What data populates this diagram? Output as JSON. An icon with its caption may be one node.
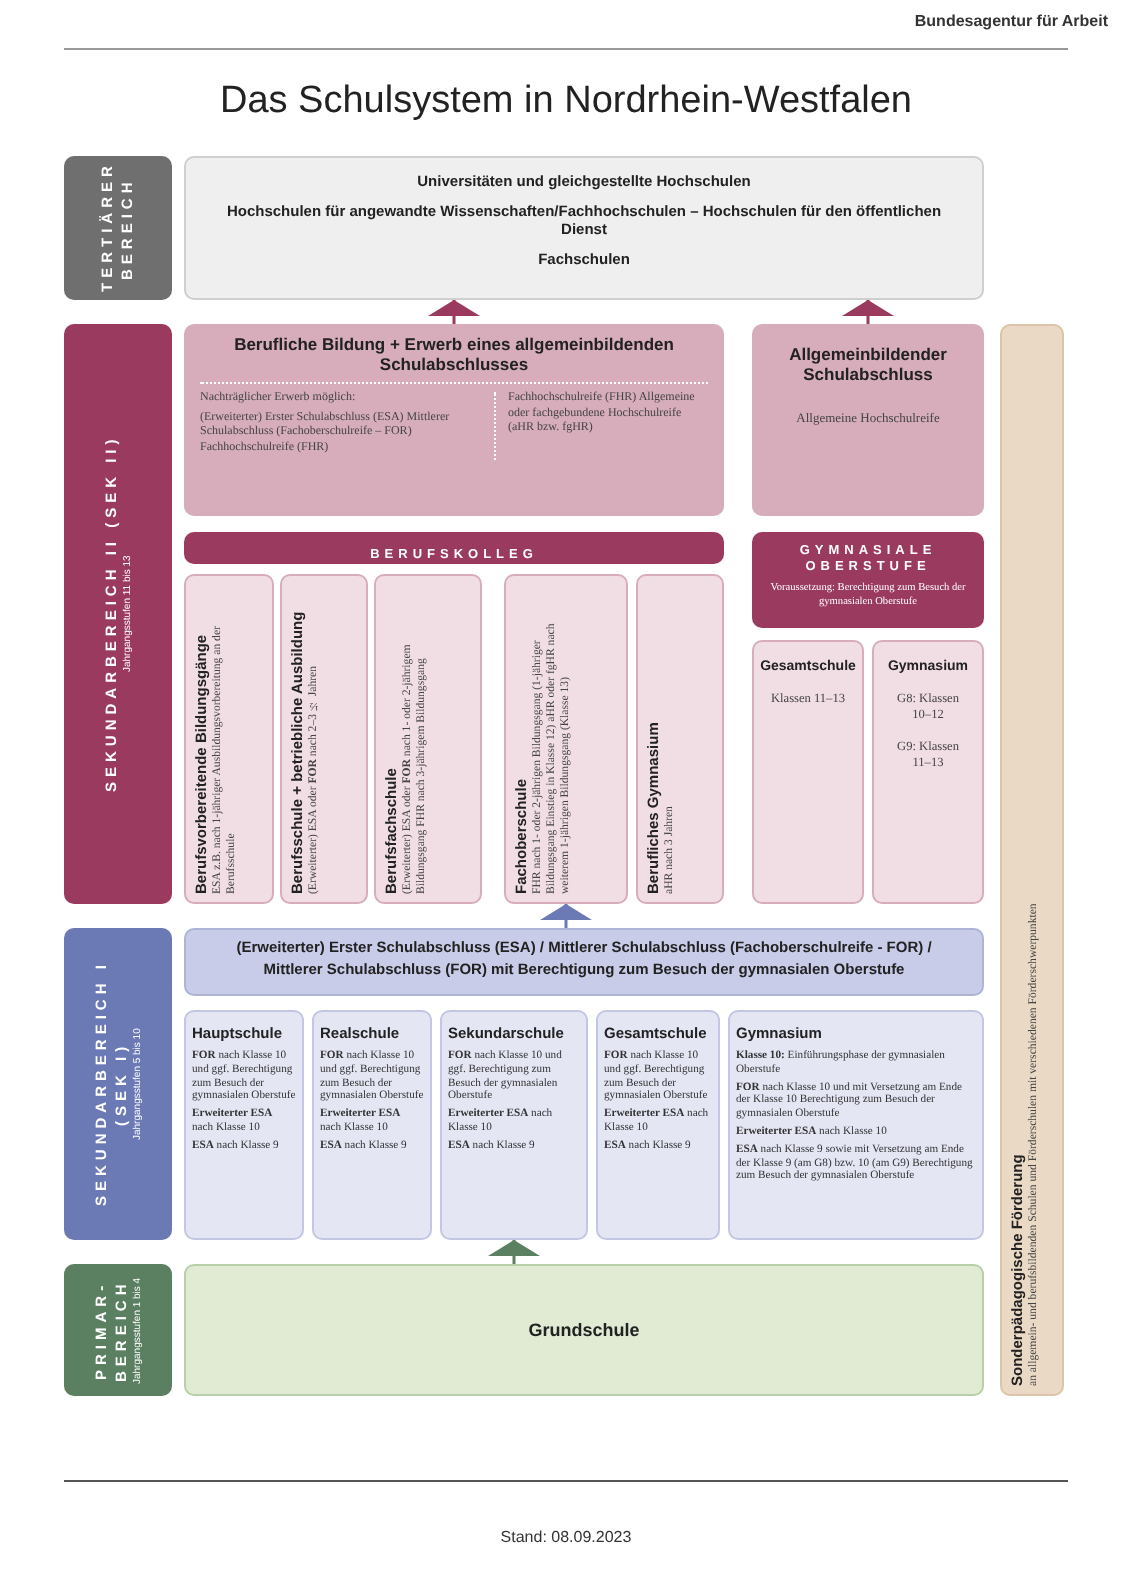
{
  "diagram": {
    "title": "Das Schulsystem in Nordrhein-Westfalen",
    "caption": "Stand: 08.09.2023",
    "labels": [
      "Bundesagentur für Arbeit"
    ],
    "nodes": [
      {
        "text": [
          "TERTIÄRER BEREICH"
        ]
      },
      {
        "text": [
          "Universitäten und gleichgestellte Hochschulen",
          "Hochschulen für angewandte Wissenschaften/Fachhochschulen – Hochschulen für den öffentlichen Dienst",
          "Fachschulen"
        ]
      },
      {
        "text": [
          "SEKUNDARBEREICH II (SEK II)",
          "Jahrgangsstufen 11 bis 13"
        ]
      },
      {
        "text": [
          "Berufliche Bildung + Erwerb eines allgemeinbildenden Schulabschlusses",
          "Nachträglicher Erwerb möglich:",
          "(Erweiterter) Erster Schulabschluss (ESA) Mittlerer Schulabschluss (Fachoberschulreife – FOR) Fachhochschulreife (FHR)",
          "Fachhochschulreife (FHR) Allgemeine oder fachgebundene Hochschulreife (aHR bzw. fgHR)"
        ]
      },
      {
        "text": [
          "Allgemeinbildender Schulabschluss",
          "Allgemeine Hochschulreife"
        ]
      },
      {
        "text": [
          "BERUFSKOLLEG"
        ]
      },
      {
        "text": [
          "Berufsvorbereitende Bildungsgänge",
          "ESA z.B. nach 1-jähriger Ausbildungsvorbereitung an der Berufsschule"
        ]
      },
      {
        "text": [
          "Berufsschule + betriebliche Ausbildung",
          "(Erweiterter) ESA oder **FOR** nach 2–3 ½ Jahren"
        ]
      },
      {
        "text": [
          "Berufsfachschule",
          "(Erweiterter) ESA oder **FOR** nach 1- oder 2-jährigem Bildungsgang FHR nach 3-jährigem Bildungsgang"
        ]
      },
      {
        "text": [
          "Fachoberschule",
          "FHR nach 1- oder 2-jährigen Bildungsgang (1-jähriger Bildungsgang Einstieg in Klasse 12) aHR oder fgHR nach weiterem 1-jährigen Bildungsgang (Klasse 13)"
        ]
      },
      {
        "text": [
          "Berufliches Gymnasium",
          "aHR nach 3 Jahren"
        ]
      },
      {
        "text": [
          "GYMNASIALE OBERSTUFE",
          "Voraussetzung: Berechtigung zum Besuch der gymnasialen Oberstufe"
        ]
      },
      {
        "text": [
          "Gesamtschule",
          "Klassen 11–13"
        ]
      },
      {
        "text": [
          "Gymnasium",
          "G8: Klassen 10–12",
          "G9: Klassen 11–13"
        ]
      },
      {
        "text": [
          "Sonderpädagogische Förderung",
          "an allgemein- und berufsbildenden Schulen und Förderschulen mit verschiedenen Förderschwerpunkten"
        ]
      },
      {
        "text": [
          "SEKUNDARBEREICH I (SEK I)",
          "Jahrgangsstufen 5 bis 10"
        ]
      },
      {
        "text": [
          "(Erweiterter) Erster Schulabschluss (ESA) / Mittlerer Schulabschluss (Fachoberschulreife - FOR) / Mittlerer Schulabschluss (FOR) mit Berechtigung zum Besuch der gymnasialen Oberstufe"
        ]
      },
      {
        "text": [
          "Hauptschule",
          "**FOR** nach Klasse 10 und ggf. Berechtigung zum Besuch der gymnasialen Oberstufe",
          "**Erweiterter ESA** nach Klasse 10",
          "**ESA** nach Klasse 9"
        ]
      },
      {
        "text": [
          "Realschule",
          "**FOR** nach Klasse 10 und ggf. Berechtigung zum Besuch der gymnasialen Oberstufe",
          "**Erweiterter ESA** nach Klasse 10",
          "**ESA** nach Klasse 9"
        ]
      },
      {
        "text": [
          "Sekundarschule",
          "**FOR** nach Klasse 10 und ggf. Berechtigung zum Besuch der gymnasialen Oberstufe",
          "**Erweiterter ESA** nach Klasse 10",
          "**ESA** nach Klasse 9"
        ]
      },
      {
        "text": [
          "Gesamtschule",
          "**FOR** nach Klasse 10 und ggf. Berechtigung zum Besuch der gymnasialen Oberstufe",
          "**Erweiterter ESA** nach Klasse 10",
          "**ESA** nach Klasse 9"
        ]
      },
      {
        "text": [
          "Gymnasium",
          "**Klasse 10:** Einführungsphase der gymnasialen Oberstufe",
          "**FOR** nach Klasse 10 und mit Versetzung am Ende der Klasse 10 Berechtigung zum Besuch der gymnasialen Oberstufe",
          "**Erweiterter ESA** nach Klasse 10",
          "**ESA** nach Klasse 9 sowie mit Versetzung am Ende der Klasse 9 (am G8) bzw. 10 (am G9) Berechtigung zum Besuch der gymnasialen Oberstufe"
        ]
      },
      {
        "text": [
          "PRIMAR-BEREICH",
          "Jahrgangsstufen 1 bis 4"
        ]
      },
      {
        "text": [
          "Grundschule"
        ]
      }
    ],
    "edges": [
      {
        "from": 3,
        "to": 1,
        "arrow": "to",
        "color": "#9b3a5f"
      },
      {
        "from": 4,
        "to": 1,
        "arrow": "to",
        "color": "#9b3a5f"
      },
      {
        "from": 16,
        "to": 9,
        "arrow": "to",
        "color": "#6b79b5"
      },
      {
        "from": 23,
        "to": 19,
        "arrow": "to",
        "color": "#5b7f61"
      }
    ]
  }
}
